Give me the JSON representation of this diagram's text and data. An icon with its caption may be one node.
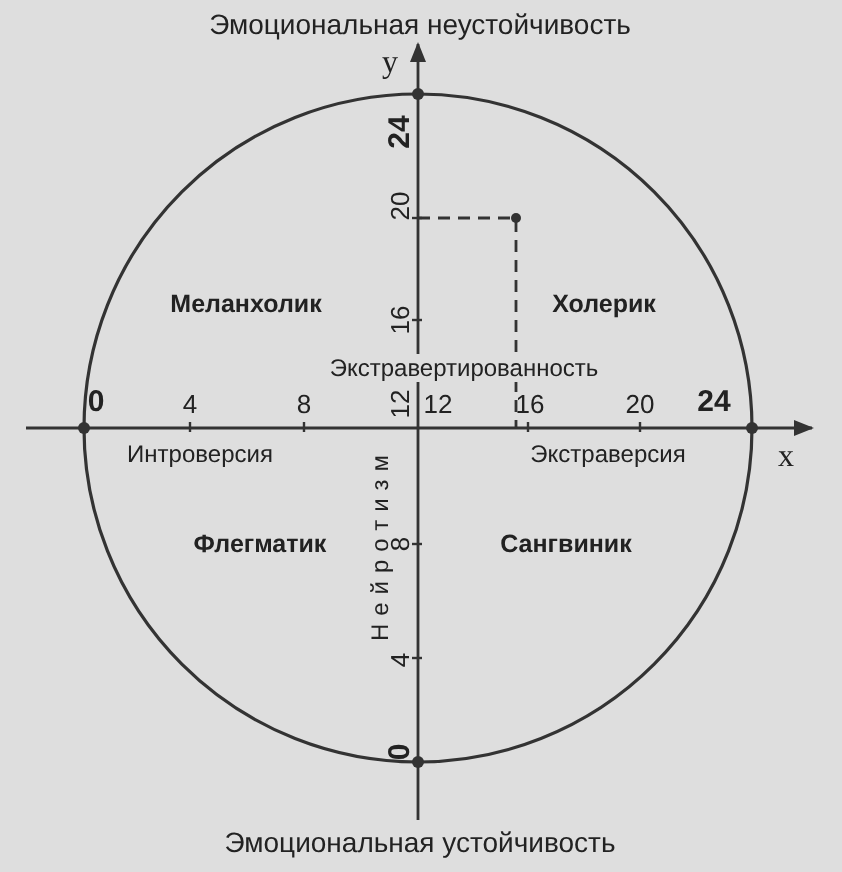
{
  "diagram": {
    "labels": [
      "Эмоциональная неустойчивость",
      "y",
      "24",
      "20",
      "Меланхолик",
      "16",
      "Холерик",
      "Экстравертированность",
      "Нейротизм",
      "0",
      "4",
      "8",
      "12",
      "12",
      "16",
      "20",
      "24",
      "Интроверсия",
      "Экстраверсия",
      "x",
      "Флегматик",
      "Сангвиник",
      "8",
      "4",
      "0",
      "Эмоциональная устойчивость"
    ]
  }
}
